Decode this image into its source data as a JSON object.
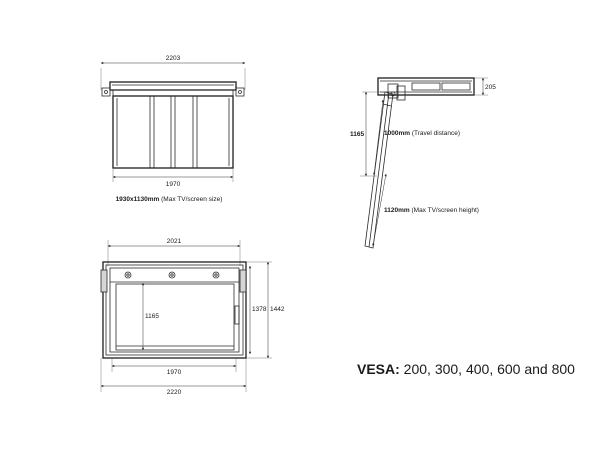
{
  "front_view": {
    "width_top": "2203",
    "width_bottom": "1970",
    "screen_size_value": "1930x1130mm",
    "screen_size_label": "(Max TV/screen size)"
  },
  "side_view": {
    "depth": "205",
    "height": "1165",
    "travel_value": "1000mm",
    "travel_label": "(Travel distance)",
    "screen_height_value": "1120mm",
    "screen_height_label": "(Max TV/screen height)"
  },
  "top_view": {
    "width_top": "2021",
    "inner_height": "1165",
    "height_inner": "1378",
    "height_outer": "1442",
    "width_inner": "1970",
    "width_outer": "2220"
  },
  "vesa": {
    "label": "VESA:",
    "sizes": " 200, 300, 400, 600 and 800"
  }
}
